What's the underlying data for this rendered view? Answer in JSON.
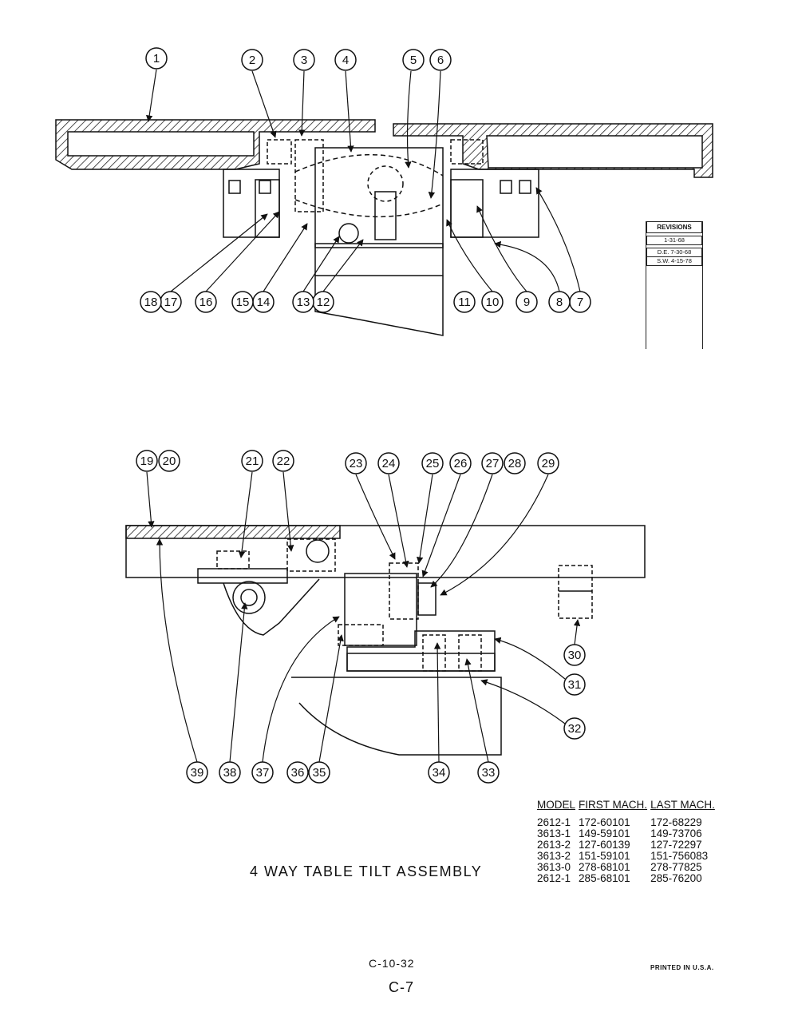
{
  "top_callouts": [
    "1",
    "2",
    "3",
    "4",
    "5",
    "6",
    "7",
    "8",
    "9",
    "10",
    "11",
    "12",
    "13",
    "14",
    "15",
    "16",
    "17",
    "18"
  ],
  "bottom_callouts": [
    "19",
    "20",
    "21",
    "22",
    "23",
    "24",
    "25",
    "26",
    "27",
    "28",
    "29",
    "30",
    "31",
    "32",
    "33",
    "34",
    "35",
    "36",
    "37",
    "38",
    "39"
  ],
  "revisions": {
    "header": "REVISIONS",
    "entries": [
      "1-31-68",
      "D.E. 7-30-68",
      "S.W. 4-15-78"
    ]
  },
  "model_table": {
    "headers": [
      "MODEL",
      "FIRST MACH.",
      "LAST MACH."
    ],
    "rows": [
      [
        "2612-1",
        "172-60101",
        "172-68229"
      ],
      [
        "3613-1",
        "149-59101",
        "149-73706"
      ],
      [
        "2613-2",
        "127-60139",
        "127-72297"
      ],
      [
        "3613-2",
        "151-59101",
        "151-756083"
      ],
      [
        "3613-0",
        "278-68101",
        "278-77825"
      ],
      [
        "2612-1",
        "285-68101",
        "285-76200"
      ]
    ]
  },
  "title": "4 WAY TABLE TILT ASSEMBLY",
  "page_code": "C-10-32",
  "page_number": "C-7",
  "printed_note": "PRINTED IN U.S.A."
}
